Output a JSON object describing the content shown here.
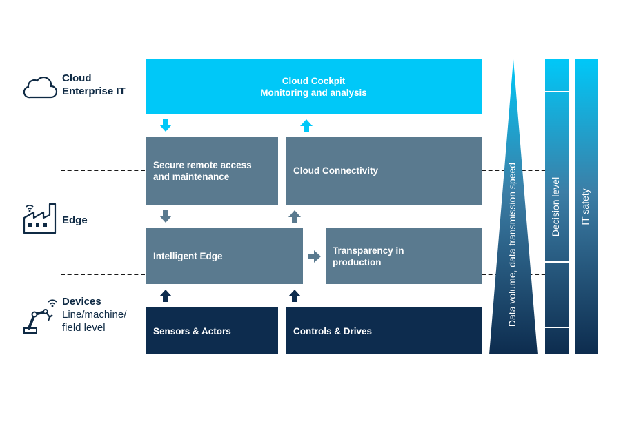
{
  "layers": {
    "cloud": {
      "line1": "Cloud",
      "line2": "Enterprise IT",
      "icon": "cloud-icon"
    },
    "edge": {
      "line1": "Edge",
      "icon": "factory-icon"
    },
    "devices": {
      "line1": "Devices",
      "line2": "Line/machine/",
      "line3": "field level",
      "icon": "robot-arm-icon"
    }
  },
  "boxes": {
    "cloud_cockpit": {
      "line1": "Cloud Cockpit",
      "line2": "Monitoring and analysis"
    },
    "secure_remote": {
      "line1": "Secure remote access",
      "line2": "and maintenance"
    },
    "cloud_connectivity": {
      "line1": "Cloud Connectivity"
    },
    "intelligent_edge": {
      "line1": "Intelligent Edge"
    },
    "transparency": {
      "line1": "Transparency in",
      "line2": "production"
    },
    "sensors": {
      "line1": "Sensors & Actors"
    },
    "controls": {
      "line1": "Controls & Drives"
    }
  },
  "bars": {
    "data_volume": "Data volume, data transmission speed",
    "decision_level": "Decision level",
    "it_safety": "IT safety"
  },
  "colors": {
    "cyan": "#00c8f8",
    "grey": "#5a7a8f",
    "navy": "#0d2c4e",
    "text": "#0f2a44"
  }
}
